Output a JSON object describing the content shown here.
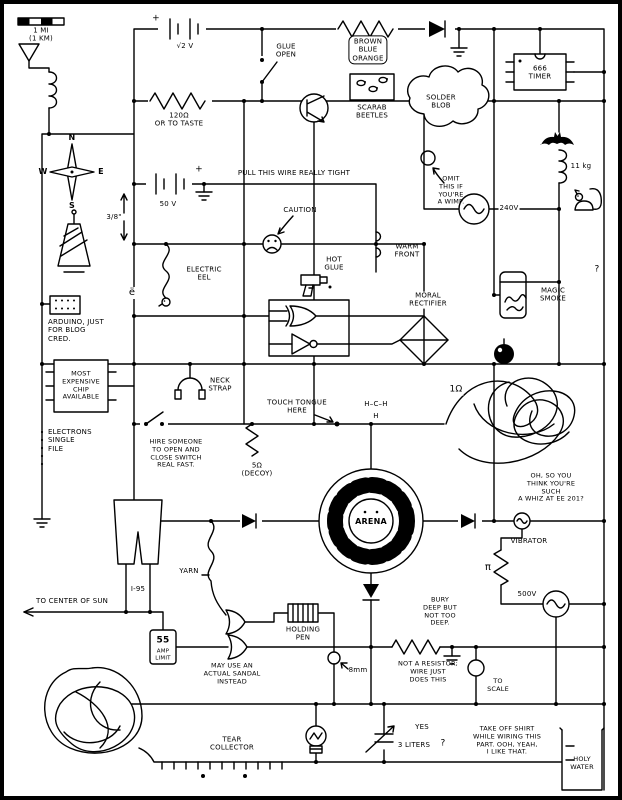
{
  "colors": {
    "ink": "#000000",
    "paper": "#ffffff"
  },
  "labels": {
    "scale_marker": "1 MI\n(1 KM)",
    "plus_top": "+",
    "sqrt2_volts": "√2 V",
    "glue_open": "GLUE\nOPEN",
    "resistor_color_code": "BROWN\nBLUE\nORANGE",
    "timer_chip": "666\nTIMER",
    "ohm_120": "120Ω\nOR TO TASTE",
    "scarab_beetles": "SCARAB\nBEETLES",
    "solder_blob": "SOLDER\nBLOB",
    "pull_wire": "PULL THIS WIRE REALLY TIGHT",
    "plus_50v": "+",
    "volts_50": "50 V",
    "caution": "CAUTION",
    "omit_wimp": "OMIT\nTHIS IF\nYOU'RE\nA WIMP.",
    "volts_240": "240V",
    "kg_11": "11 kg",
    "inches_3_8": "3/8\"",
    "compass_n": "N",
    "compass_w": "W",
    "compass_e": "E",
    "compass_s": "S",
    "warm_front": "WARM\nFRONT",
    "electric_eel": "ELECTRIC\nEEL",
    "e_umlaut": "ë",
    "hot_glue": "HOT\nGLUE",
    "moral_rectifier": "MORAL\nRECTIFIER",
    "magic_smoke": "MAGIC\nSMOKE",
    "question_right": "?",
    "arduino_note": "ARDUINO, JUST\nFOR BLOG\nCRED.",
    "expensive_chip": "MOST\nEXPENSIVE\nCHIP\nAVAILABLE",
    "neck_strap": "NECK\nSTRAP",
    "touch_tongue": "TOUCH TONGUE\nHERE",
    "methane_top": "H–C–H",
    "methane_bottom": "H",
    "ohm_1": "1Ω",
    "electrons_single_file": "ELECTRONS\nSINGLE\nFILE",
    "hire_someone": "HIRE SOMEONE\nTO OPEN AND\nCLOSE SWITCH\nREAL FAST.",
    "ohm_5_decoy": "5Ω\n(DECOY)",
    "ee_201": "OH, SO YOU\nTHINK YOU'RE SUCH\nA WHIZ AT EE 201?",
    "arena": "ARENA",
    "vibrator": "VIBRATOR",
    "pi": "π",
    "volts_500": "500V",
    "i95": "I-95",
    "yarn": "YARN",
    "to_center_of_sun": "TO CENTER OF SUN",
    "holding_pen": "HOLDING\nPEN",
    "bury_deep": "BURY\nDEEP BUT\nNOT TOO\nDEEP.",
    "speed_sign_number": "55",
    "speed_sign_caption": "AMP\nLIMIT",
    "actual_sandal": "MAY USE AN\nACTUAL SANDAL\nINSTEAD",
    "mm_8": "8mm",
    "not_a_resistor": "NOT A RESISTOR;\nWIRE JUST\nDOES THIS",
    "to_scale": "TO\nSCALE",
    "liters_3": "3 LITERS",
    "yes": "YES",
    "question_liters": "?",
    "take_off_shirt": "TAKE OFF SHIRT\nWHILE WIRING THIS\nPART. OOH, YEAH,\nI LIKE THAT.",
    "holy_water": "HOLY\nWATER",
    "tear_collector": "TEAR\nCOLLECTOR"
  }
}
